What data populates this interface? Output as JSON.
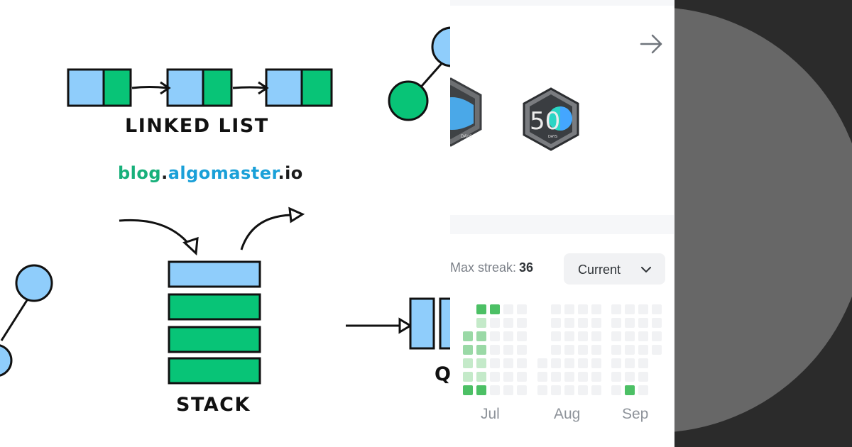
{
  "illustration": {
    "brand": {
      "part1": "blog",
      "dot1": ".",
      "part2": "algomaster",
      "dot2": ".",
      "part3": "io"
    },
    "captions": {
      "linked_list": "LINKED LIST",
      "stack": "STACK",
      "queue": "Q"
    },
    "colors": {
      "node_blue": "#8fcdfb",
      "node_green": "#08c477",
      "outline": "#111111",
      "brand_green": "#17b07a",
      "brand_blue": "#1aa0d8",
      "brand_dark": "#1b1b1b"
    }
  },
  "panel": {
    "badge_label": "50",
    "badge_sublabel": "DAYS",
    "arrow_icon": "arrow-right-icon",
    "max_streak_label": "Max streak:",
    "max_streak_value": "36",
    "period_select": {
      "value": "Current",
      "icon": "chevron-down-icon"
    },
    "months": [
      "Jul",
      "Aug",
      "Sep"
    ],
    "heatmap_colors": {
      "empty": "#f1f2f4",
      "level1": "#c4eac9",
      "level2": "#9ad9a6",
      "level3": "#4cc065"
    }
  },
  "decoration": {
    "background": "#2b2b2b",
    "circle": "#676767"
  }
}
